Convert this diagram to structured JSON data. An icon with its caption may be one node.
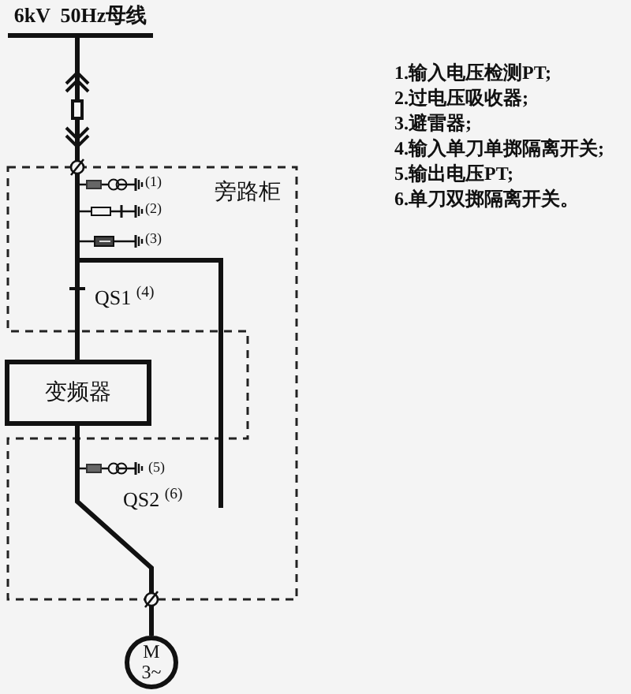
{
  "diagram": {
    "nodes": [
      {
        "text": [
          "6kV  50Hz母线"
        ]
      },
      {
        "text": [],
        "shape": "box"
      },
      {
        "text": [
          "变频器"
        ]
      },
      {
        "text": [
          "M",
          "3~"
        ]
      }
    ],
    "edges": [
      {
        "from": 0,
        "to": 1,
        "arrow": "other"
      },
      {
        "from": 2,
        "to": 1,
        "arrow": "other"
      },
      {
        "from": 2,
        "to": 3,
        "arrow": "none"
      }
    ],
    "labels": [
      "旁路柜",
      "(1)",
      "(2)",
      "(3)",
      "QS1 $^{(4)}$",
      "(5)",
      "QS2 $^{(6)}$",
      "1.输入电压检测PT;",
      "2.过电压吸收器;",
      "3.避雷器;",
      "4.输入单刀单掷隔离开关;",
      "5.输出电压PT;",
      "6.单刀双掷隔离开关。"
    ]
  }
}
